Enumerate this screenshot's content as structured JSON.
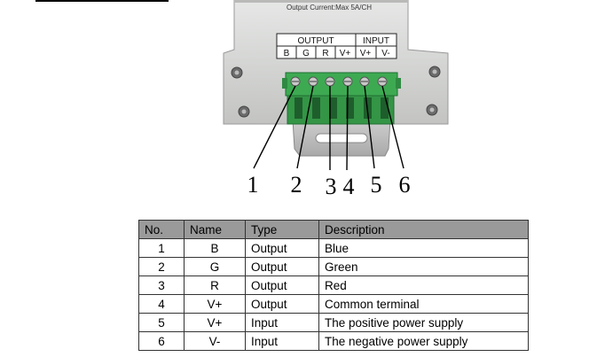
{
  "device": {
    "rating_text": "Output Current:Max 5A/CH",
    "output_group_label": "OUTPUT",
    "input_group_label": "INPUT",
    "output_terminals": [
      "B",
      "G",
      "R",
      "V+"
    ],
    "input_terminals": [
      "V+",
      "V-"
    ],
    "callout_numbers": [
      "1",
      "2",
      "3",
      "4",
      "5",
      "6"
    ]
  },
  "table": {
    "headers": [
      "No.",
      "Name",
      "Type",
      "Description"
    ],
    "rows": [
      [
        "1",
        "B",
        "Output",
        "Blue"
      ],
      [
        "2",
        "G",
        "Output",
        "Green"
      ],
      [
        "3",
        "R",
        "Output",
        "Red"
      ],
      [
        "4",
        "V+",
        "Output",
        "Common terminal"
      ],
      [
        "5",
        "V+",
        "Input",
        "The positive power supply"
      ],
      [
        "6",
        "V-",
        "Input",
        "The negative power supply"
      ]
    ]
  },
  "colors": {
    "terminal_green": "#3daa52",
    "header_gray": "#9a9a9a",
    "casing_gray": "#d4d5d3"
  }
}
